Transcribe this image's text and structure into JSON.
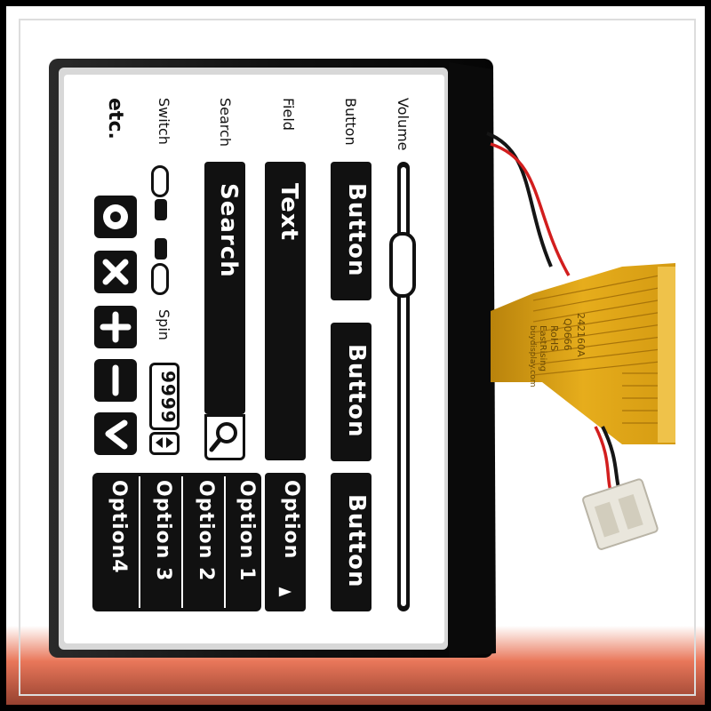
{
  "device": {
    "colors": {
      "backdrop_top": "#ffffff",
      "backdrop_bottom": "#e9775a",
      "frame": "#ffffff",
      "bezel": "#111111",
      "lcd": "#ffffff",
      "ink": "#111111",
      "fpc": "#e0a313",
      "wire_red": "#d21e1e",
      "wire_black": "#151515",
      "connector": "#e9e6dc"
    },
    "fpc_text": [
      "242160A",
      "Q0666",
      "RoHS",
      "EastRising",
      "buydisplay.com"
    ]
  },
  "screen": {
    "labels": {
      "volume": "Volume",
      "button": "Button",
      "field": "Field",
      "search": "Search",
      "switch": "Switch",
      "etc": "etc.",
      "spin": "Spin"
    },
    "slider": {
      "label": "Volume",
      "value_fraction": 0.17
    },
    "buttons": [
      "Button",
      "Button",
      "Button"
    ],
    "text_field": {
      "value": "Text"
    },
    "search_field": {
      "value": "Search",
      "icon": "magnifier-icon"
    },
    "switches": [
      {
        "name": "switch-1",
        "state": "off"
      },
      {
        "name": "switch-2",
        "state": "on"
      }
    ],
    "icon_buttons": [
      {
        "icon": "circle-icon"
      },
      {
        "icon": "close-icon"
      },
      {
        "icon": "plus-icon"
      },
      {
        "icon": "minus-icon"
      },
      {
        "icon": "check-icon"
      }
    ],
    "spin": {
      "label": "Spin",
      "value": "9999",
      "icons": [
        "arrow-left-icon",
        "arrow-right-icon"
      ]
    },
    "dropdown": {
      "selected": "Option",
      "icon": "triangle-down-icon"
    },
    "options": [
      "Option 1",
      "Option 2",
      "Option 3",
      "Option4"
    ]
  }
}
